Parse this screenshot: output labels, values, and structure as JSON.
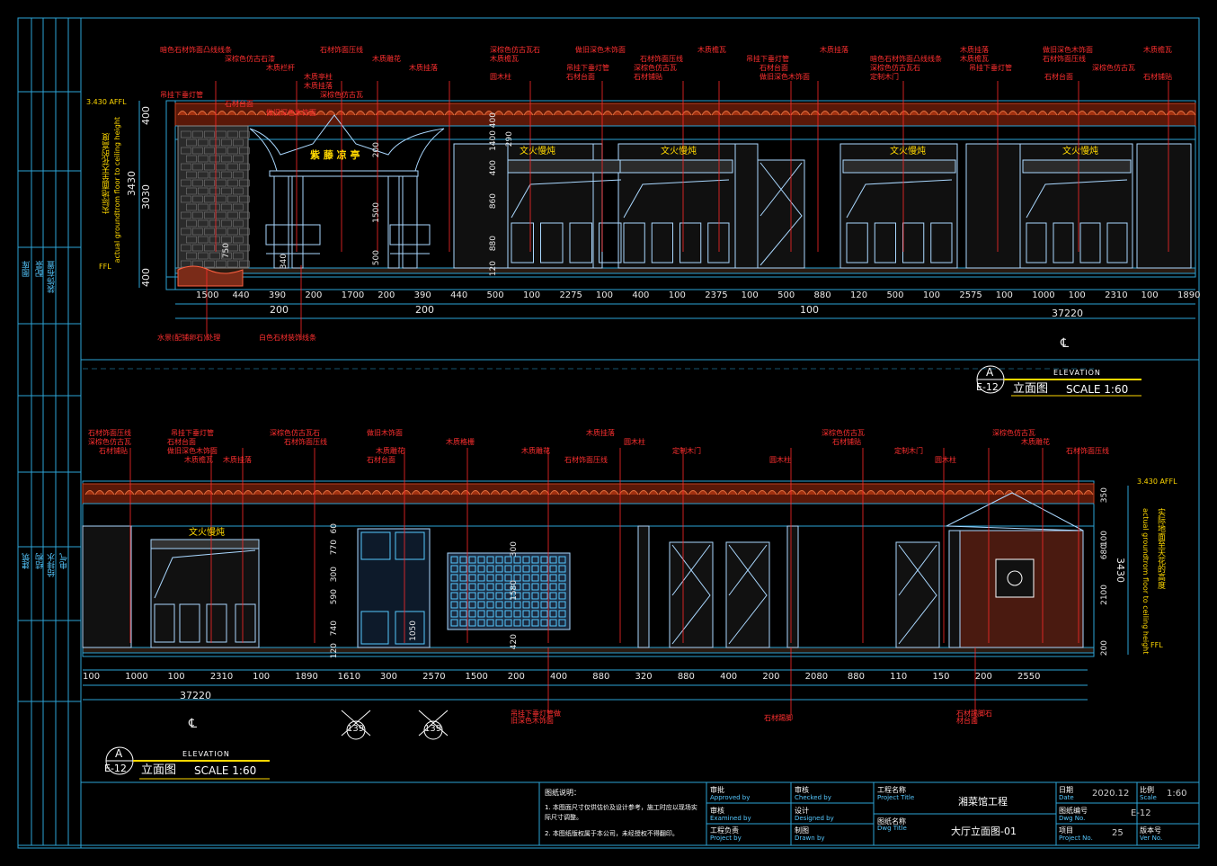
{
  "drawing": {
    "project_name": "湘菜馆工程",
    "drawing_name": "大厅立面图-01",
    "date": "2020.12",
    "scale_value": "1:60",
    "drawing_no": "E-12",
    "project_no": "25",
    "notes_title": "图纸说明：",
    "note_1": "1. 本图面尺寸仅供估价及设计参考，施工时应以现场实际尺寸调整。",
    "note_2": "2. 本图纸版权属于本公司，未经授权不得翻印。"
  },
  "title_block": {
    "approved_cn": "审批",
    "approved_en": "Approved by",
    "checked_cn": "审核",
    "checked_en": "Checked by",
    "examined_cn": "审核",
    "examined_en": "Examined by",
    "designed_cn": "设计",
    "designed_en": "Designed by",
    "pm_cn": "工程负责",
    "pm_en": "Project by",
    "drawn_cn": "制图",
    "drawn_en": "Drawn by",
    "project_title_cn": "工程名称",
    "project_title_en": "Project Title",
    "dwg_title_cn": "图纸名称",
    "dwg_title_en": "Dwg Title",
    "date_cn": "日期",
    "date_en": "Date",
    "scale_cn": "比例",
    "scale_en": "Scale",
    "dwg_no_cn": "图纸编号",
    "dwg_no_en": "Dwg No.",
    "proj_no_cn": "项目",
    "proj_no_en": "Project No.",
    "ver_cn": "版本号",
    "ver_en": "Ver No."
  },
  "side_strip": {
    "top_labels": [
      "图库",
      "配景",
      "装饰布置"
    ],
    "bottom_labels": [
      "建筑",
      "结构",
      "给排水",
      "电气"
    ]
  },
  "elevation_top": {
    "bubble_letter": "A",
    "bubble_sheet": "E-12",
    "elevation_en": "ELEVATION",
    "title": "立面图",
    "scale_text": "SCALE 1:60",
    "level_text": "3.430 AFFL",
    "ffl_text": "FFL",
    "vertical_cn": "实际地面至天花的高度",
    "vertical_en": "actual groundtrom floor to ceiling height",
    "vertical_dim": "3430",
    "height_dims": [
      "400",
      "3030",
      "400"
    ],
    "pavilion_sign": "紫 藤 凉 亭",
    "shop_signs": [
      "文火慢炖",
      "文火慢炖",
      "文火慢炖",
      "文火慢炖"
    ],
    "inner_dims": [
      "400",
      "1400",
      "290",
      "400",
      "860",
      "880",
      "120",
      "1500",
      "500",
      "200",
      "750",
      "340"
    ],
    "dims_row1": [
      "1500",
      "440",
      "390",
      "200",
      "1700",
      "200",
      "390",
      "440",
      "500",
      "100",
      "2275",
      "100",
      "400",
      "100",
      "2375",
      "100",
      "500",
      "880",
      "120",
      "500",
      "100",
      "2575",
      "100",
      "1000",
      "100",
      "2310",
      "100",
      "1890"
    ],
    "dims_row2": [
      "200",
      "200",
      "100"
    ],
    "total_dim": "37220",
    "centerline": "℄",
    "annotations": [
      "暗色石材饰面凸线线条",
      "深棕色仿古石漆",
      "木质栏杆",
      "木质亭柱",
      "石材饰面压线",
      "木质雕花",
      "木质挂落",
      "圆木柱",
      "深棕色仿古瓦石",
      "木质檐瓦",
      "吊挂下垂灯管",
      "石材台面",
      "做旧深色木饰面",
      "石材饰面压线",
      "深棕色仿古瓦",
      "石材铺贴",
      "木质檐瓦",
      "吊挂下垂灯管",
      "石材台面",
      "做旧深色木饰面",
      "木质挂落",
      "暗色石材饰面凸线线条",
      "深棕色仿古瓦石",
      "定制木门",
      "木质挂落",
      "木质檐瓦",
      "吊挂下垂灯管",
      "石材台面",
      "做旧深色木饰面",
      "石材饰面压线",
      "深棕色仿古瓦",
      "石材铺贴",
      "木质檐瓦",
      "吊挂下垂灯管",
      "石材台面",
      "做旧深色木饰面",
      "木质挂落",
      "深棕色仿古瓦"
    ],
    "bottom_annotations": [
      "水景(配铺卵石)处理",
      "白色石材装饰线条"
    ]
  },
  "elevation_bottom": {
    "bubble_letter": "A",
    "bubble_sheet": "E-12",
    "elevation_en": "ELEVATION",
    "title": "立面图",
    "scale_text": "SCALE 1:60",
    "level_text": "3.430 AFFL",
    "ffl_text": "FFL",
    "vertical_cn": "实际地面至天花的高度",
    "vertical_en": "actual groundtrom floor to ceiling height",
    "vertical_dim": "3430",
    "right_dims": [
      "350",
      "100",
      "680",
      "2100",
      "200"
    ],
    "shop_sign": "文火慢炖",
    "inner_dims": [
      "60",
      "770",
      "300",
      "590",
      "740",
      "120",
      "300",
      "1580",
      "420",
      "1050"
    ],
    "dims_row": [
      "100",
      "1000",
      "100",
      "2310",
      "100",
      "1890",
      "1610",
      "300",
      "2570",
      "1500",
      "200",
      "400",
      "880",
      "320",
      "880",
      "400",
      "200",
      "2080",
      "880",
      "110",
      "150",
      "200",
      "2550"
    ],
    "total_dim": "37220",
    "centerline": "℄",
    "section_marks": [
      "139",
      "139"
    ],
    "annotations": [
      "石材饰面压线",
      "深棕色仿古瓦",
      "石材铺贴",
      "木质檐瓦",
      "吊挂下垂灯管",
      "石材台面",
      "做旧深色木饰面",
      "木质挂落",
      "深棕色仿古瓦石",
      "石材饰面压线",
      "木质雕花",
      "石材台面",
      "做旧木饰面",
      "木质格栅",
      "木质雕花",
      "石材饰面压线",
      "木质挂落",
      "圆木柱",
      "定制木门",
      "圆木柱",
      "深棕色仿古瓦",
      "石材铺贴",
      "定制木门",
      "圆木柱",
      "深棕色仿古瓦",
      "木质雕花",
      "石材饰面压线"
    ],
    "bottom_annotations": [
      "吊挂下垂灯管做旧深色木饰面",
      "石材踢脚",
      "石材踢脚石材台面"
    ]
  }
}
